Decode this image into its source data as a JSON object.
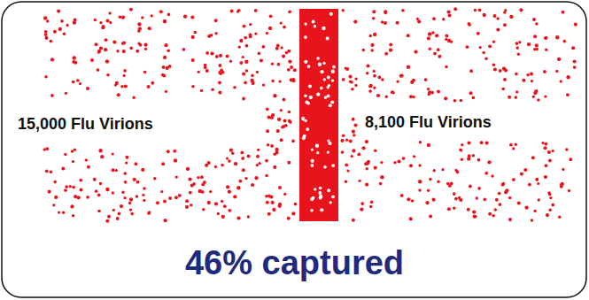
{
  "diagram": {
    "caption": "46% captured",
    "labels": [
      "15,000 Flu Virions",
      "8,100 Flu Virions"
    ]
  }
}
